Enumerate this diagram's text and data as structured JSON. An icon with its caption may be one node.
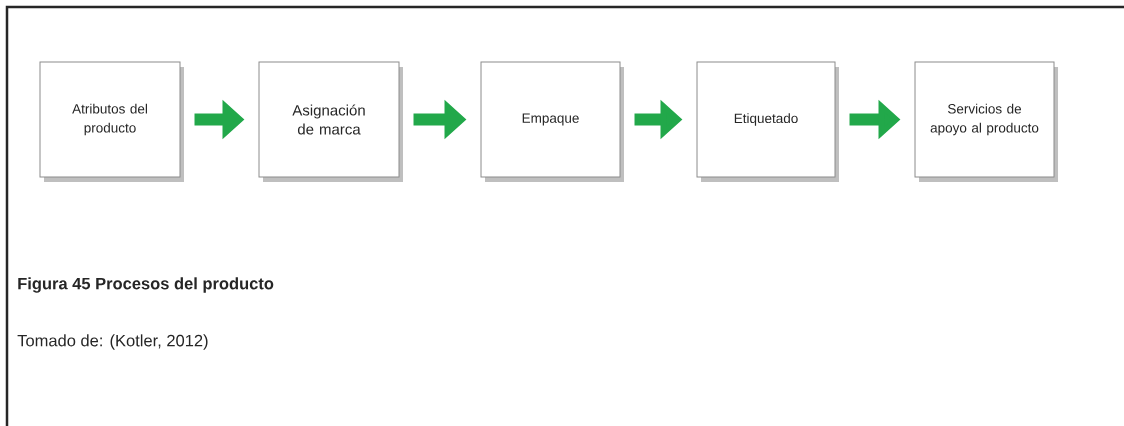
{
  "diagram": {
    "caption": "Figura 45 Procesos del producto",
    "nodes": [
      {
        "text": [
          "Atributos del producto"
        ]
      },
      {
        "text": [
          "Asignación de marca"
        ]
      },
      {
        "text": [
          "Empaque"
        ]
      },
      {
        "text": [
          "Etiquetado"
        ]
      },
      {
        "text": [
          "Servicios de apoyo al producto"
        ]
      }
    ],
    "edges": [
      {
        "from": 0,
        "to": 1,
        "arrow": "to"
      },
      {
        "from": 1,
        "to": 2,
        "arrow": "to"
      },
      {
        "from": 2,
        "to": 3,
        "arrow": "to"
      },
      {
        "from": 3,
        "to": 4,
        "arrow": "to"
      }
    ],
    "labels": [
      "Tomado de: (Kotler, 2012)"
    ]
  }
}
